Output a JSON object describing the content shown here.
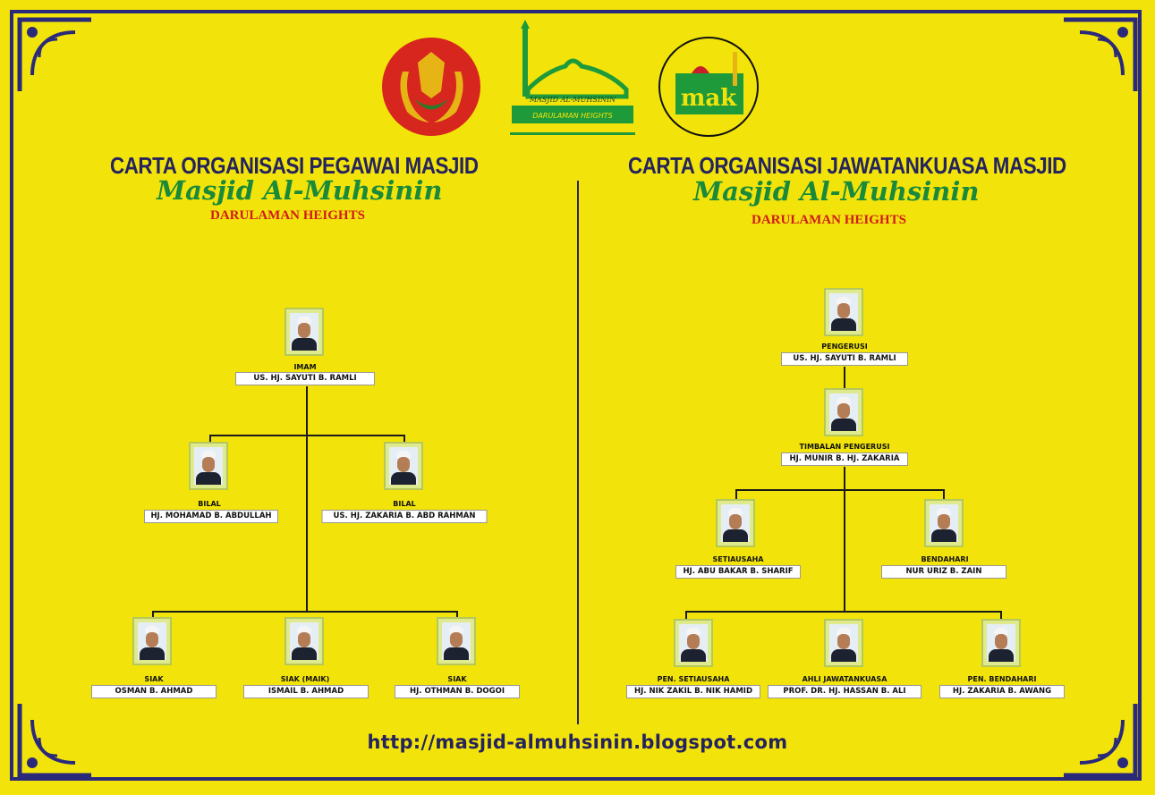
{
  "left": {
    "title": "CARTA ORGANISASI PEGAWAI MASJID",
    "mosque": "Masjid Al-Muhsinin",
    "place": "DARULAMAN HEIGHTS",
    "members": [
      {
        "role": "IMAM",
        "name": "US. HJ. SAYUTI B. RAMLI"
      },
      {
        "role": "BILAL",
        "name": "HJ. MOHAMAD B. ABDULLAH"
      },
      {
        "role": "BILAL",
        "name": "US. HJ. ZAKARIA B. ABD RAHMAN"
      },
      {
        "role": "SIAK",
        "name": "OSMAN B. AHMAD"
      },
      {
        "role": "SIAK (MAIK)",
        "name": "ISMAIL B. AHMAD"
      },
      {
        "role": "SIAK",
        "name": "HJ. OTHMAN B. DOGOI"
      }
    ]
  },
  "right": {
    "title": "CARTA ORGANISASI JAWATANKUASA MASJID",
    "mosque": "Masjid Al-Muhsinin",
    "place": "DARULAMAN HEIGHTS",
    "members": [
      {
        "role": "PENGERUSI",
        "name": "US. HJ. SAYUTI B. RAMLI"
      },
      {
        "role": "TIMBALAN PENGERUSI",
        "name": "HJ. MUNIR B. HJ. ZAKARIA"
      },
      {
        "role": "SETIAUSAHA",
        "name": "HJ. ABU BAKAR B. SHARIF"
      },
      {
        "role": "BENDAHARI",
        "name": "NUR URIZ B. ZAIN"
      },
      {
        "role": "PEN. SETIAUSAHA",
        "name": "HJ. NIK ZAKIL B. NIK HAMID"
      },
      {
        "role": "AHLI JAWATANKUASA",
        "name": "PROF. DR. HJ. HASSAN B. ALI"
      },
      {
        "role": "PEN. BENDAHARI",
        "name": "HJ. ZAKARIA B. AWANG"
      }
    ]
  },
  "logos": {
    "mosque_logo_text": "MASJID AL-MUHSININ",
    "mosque_logo_place": "DARULAMAN HEIGHTS",
    "mak_logo_text": "mak"
  },
  "footer": {
    "url": "http://masjid-almuhsinin.blogspot.com"
  },
  "colors": {
    "background": "#f2e40a",
    "frame": "#2b2a7a",
    "title": "#25235e",
    "mosque_name": "#1a8a3a",
    "place": "#d11b1b"
  }
}
